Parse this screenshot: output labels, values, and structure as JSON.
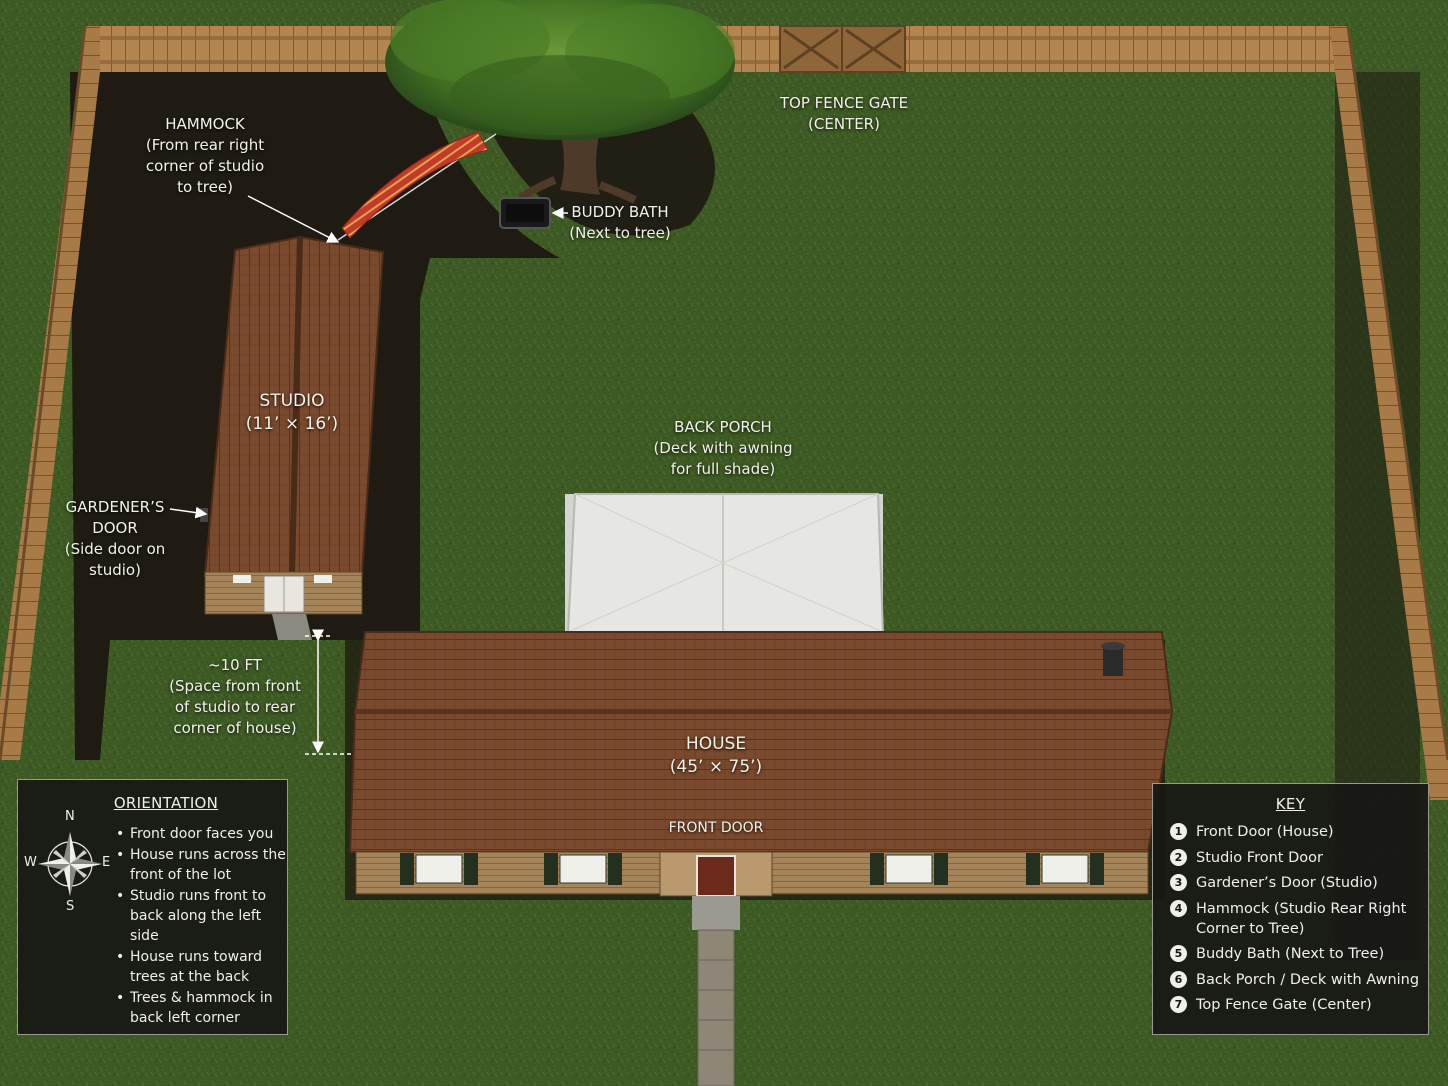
{
  "labels": {
    "top_gate": [
      "TOP FENCE GATE",
      "(CENTER)"
    ],
    "hammock": [
      "HAMMOCK",
      "(From rear right",
      "corner of studio",
      "to tree)"
    ],
    "buddy_bath": [
      "BUDDY BATH",
      "(Next to tree)"
    ],
    "studio": [
      "STUDIO",
      "(11’ × 16’)"
    ],
    "back_porch": [
      "BACK PORCH",
      "(Deck with awning",
      "for full shade)"
    ],
    "gardeners_door": [
      "GARDENER’S",
      "DOOR",
      "(Side door on",
      "studio)"
    ],
    "distance": [
      "~10 FT",
      "(Space from front",
      "of studio to rear",
      "corner of house)"
    ],
    "house": [
      "HOUSE",
      "(45’ × 75’)"
    ],
    "front_door": "FRONT DOOR"
  },
  "orientation": {
    "title": "ORIENTATION",
    "compass": {
      "n": "N",
      "s": "S",
      "e": "E",
      "w": "W"
    },
    "items": [
      "Front door faces you",
      "House runs across the front of the lot",
      "Studio runs front to back along the left side",
      "House runs toward trees at the back",
      "Trees & hammock in back left corner"
    ]
  },
  "key": {
    "title": "KEY",
    "items": [
      {
        "num": "1",
        "text": "Front Door (House)"
      },
      {
        "num": "2",
        "text": "Studio Front Door"
      },
      {
        "num": "3",
        "text": "Gardener’s Door (Studio)"
      },
      {
        "num": "4",
        "text": "Hammock (Studio Rear Right Corner to Tree)"
      },
      {
        "num": "5",
        "text": "Buddy Bath (Next to Tree)"
      },
      {
        "num": "6",
        "text": "Back Porch / Deck with Awning"
      },
      {
        "num": "7",
        "text": "Top Fence Gate (Center)"
      }
    ]
  },
  "colors": {
    "grass": "#3d5a24",
    "mulch": "#1e1813",
    "fence": "#b38550",
    "roof": "#7a4a2e",
    "awning": "#e6e6e2",
    "siding": "#a6845a",
    "tree": "#3f6e22",
    "hammock": "#c23a2a"
  }
}
